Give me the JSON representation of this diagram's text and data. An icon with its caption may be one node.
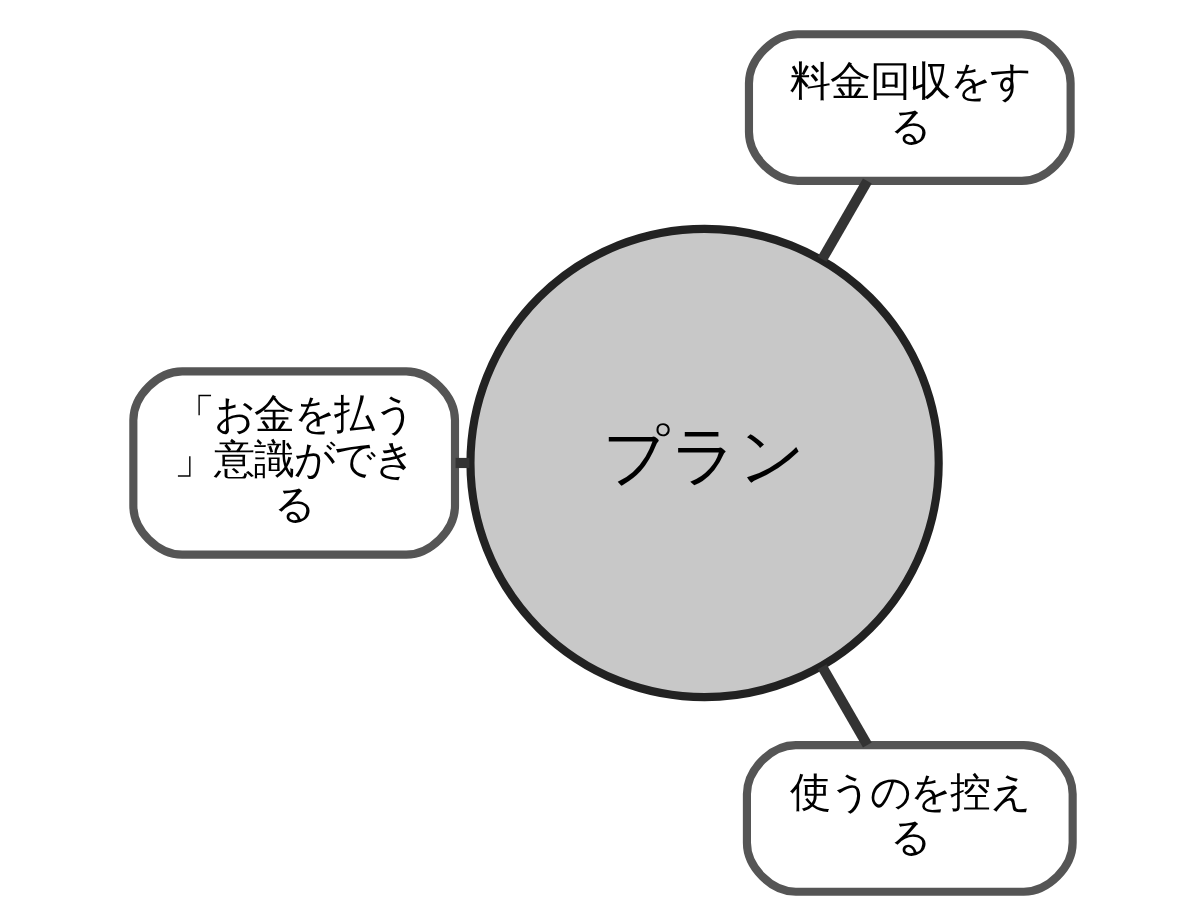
{
  "diagram": {
    "nodes": [
      {
        "text": [
          "プラン"
        ]
      },
      {
        "text": [
          "料金回収をする"
        ]
      },
      {
        "text": [
          "「お金を払う」意識ができる"
        ]
      },
      {
        "text": [
          "使うのを控える"
        ]
      }
    ],
    "edges": [
      {
        "from": 0,
        "to": 1,
        "arrow": "none"
      },
      {
        "from": 0,
        "to": 2,
        "arrow": "none"
      },
      {
        "from": 0,
        "to": 3,
        "arrow": "none"
      }
    ]
  }
}
